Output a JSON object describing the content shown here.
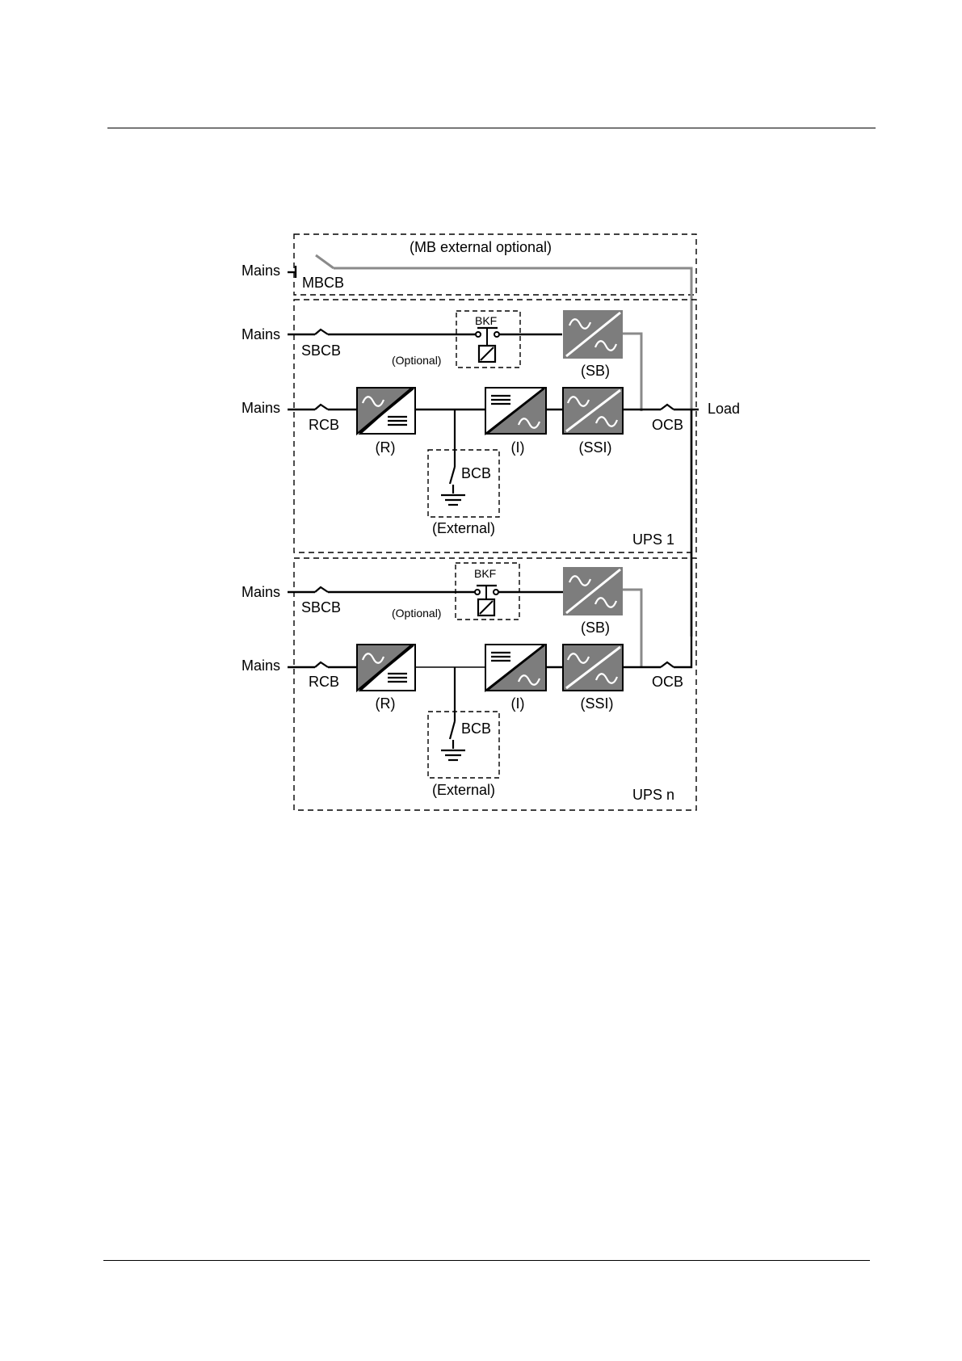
{
  "panels": {
    "bypass_title": "(MB external optional)",
    "ups1_name": "UPS 1",
    "upsn_name": "UPS n"
  },
  "labels": {
    "mains": "Mains",
    "load": "Load",
    "mbcb": "MBCB",
    "sbcb": "SBCB",
    "rcb": "RCB",
    "ocb": "OCB",
    "bcb": "BCB",
    "bkf": "BKF",
    "optional": "(Optional)",
    "rectifier": "(R)",
    "inverter": "(I)",
    "static_switch_inverter": "(SSI)",
    "static_bypass": "(SB)",
    "external": "(External)"
  },
  "colors": {
    "line": "#000000",
    "bypass_line": "#8a8a8a",
    "block_dark": "#7d7d7d",
    "block_light": "#ffffff"
  },
  "icons": {
    "ac_dc": "rectifier-icon",
    "dc_ac": "inverter-icon",
    "ac_ac": "static-switch-icon",
    "battery": "battery-icon",
    "breaker": "breaker-icon"
  }
}
